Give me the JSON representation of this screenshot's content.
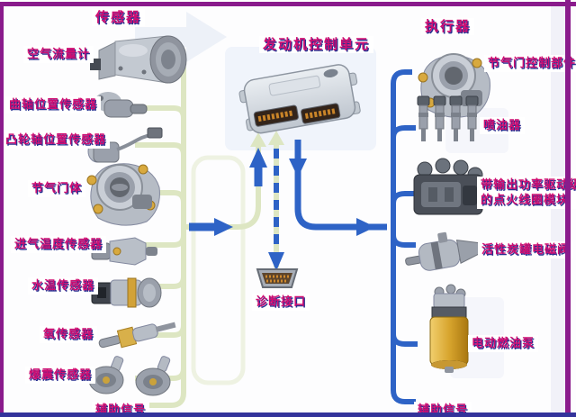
{
  "labels": {
    "sensors_title": "传感器",
    "ecu_title": "发动机控制单元",
    "actuators_title": "执行器",
    "air_flow": "空气流量计",
    "crank": "曲轴位置传感器",
    "cam": "凸轮轴位置传感器",
    "throttle_body": "节气门体",
    "intake_temp": "进气温度传感器",
    "water_temp": "水温传感器",
    "oxygen": "氧传感器",
    "knock": "爆震传感器",
    "aux_left": "辅助信号",
    "diag": "诊断接口",
    "throttle_ctrl": "节气门控制部件",
    "injector": "喷油器",
    "ignition_line1": "带输出功率驱动级",
    "ignition_line2": "的点火线圈模块",
    "canister": "活性炭罐电磁阀",
    "fuel_pump": "电动燃油泵",
    "aux_right": "辅助信号"
  },
  "colors": {
    "border_purple": "#8a1b8c",
    "label_magenta": "#cf0d72",
    "label_shadow_navy": "#283091",
    "sensor_line_green": "#dde6c2",
    "actuator_line_blue": "#2e63c6",
    "bottom_border_indigo": "#33339b"
  }
}
